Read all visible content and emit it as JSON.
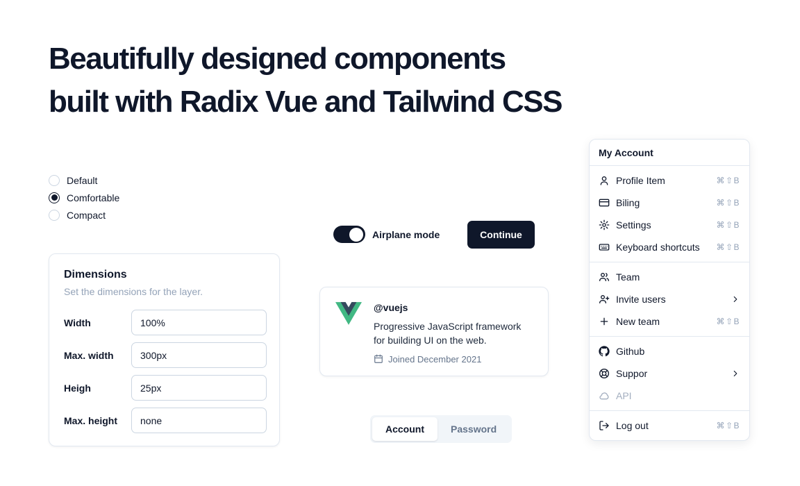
{
  "page": {
    "heading_line1": "Beautifully designed components",
    "heading_line2": "built with Radix Vue and Tailwind CSS"
  },
  "radio_group": {
    "items": [
      {
        "label": "Default",
        "selected": false
      },
      {
        "label": "Comfortable",
        "selected": true
      },
      {
        "label": "Compact",
        "selected": false
      }
    ]
  },
  "dimensions": {
    "title": "Dimensions",
    "subtitle": "Set the dimensions for the layer.",
    "fields": [
      {
        "label": "Width",
        "value": "100%"
      },
      {
        "label": "Max. width",
        "value": "300px"
      },
      {
        "label": "Heigh",
        "value": "25px"
      },
      {
        "label": "Max. height",
        "value": "none"
      }
    ]
  },
  "airplane": {
    "label": "Airplane mode",
    "on": true
  },
  "continue_button": {
    "label": "Continue"
  },
  "vue_card": {
    "handle": "@vuejs",
    "description": "Progressive JavaScript framework for building UI on the web.",
    "joined": "Joined December 2021"
  },
  "tabs": {
    "items": [
      {
        "label": "Account",
        "active": true
      },
      {
        "label": "Password",
        "active": false
      }
    ]
  },
  "menu": {
    "title": "My Account",
    "groups": [
      {
        "items": [
          {
            "icon": "user-icon",
            "label": "Profile Item",
            "shortcut": "⌘⇧B"
          },
          {
            "icon": "credit-card-icon",
            "label": "Biling",
            "shortcut": "⌘⇧B"
          },
          {
            "icon": "gear-icon",
            "label": "Settings",
            "shortcut": "⌘⇧B"
          },
          {
            "icon": "keyboard-icon",
            "label": "Keyboard shortcuts",
            "shortcut": "⌘⇧B"
          }
        ]
      },
      {
        "items": [
          {
            "icon": "users-icon",
            "label": "Team"
          },
          {
            "icon": "user-plus-icon",
            "label": "Invite users",
            "submenu": true
          },
          {
            "icon": "plus-icon",
            "label": "New team",
            "shortcut": "⌘⇧B"
          }
        ]
      },
      {
        "items": [
          {
            "icon": "github-icon",
            "label": "Github"
          },
          {
            "icon": "lifebuoy-icon",
            "label": "Suppor",
            "submenu": true
          },
          {
            "icon": "cloud-icon",
            "label": "API",
            "disabled": true
          }
        ]
      },
      {
        "items": [
          {
            "icon": "log-out-icon",
            "label": "Log out",
            "shortcut": "⌘⇧B"
          }
        ]
      }
    ]
  },
  "colors": {
    "accent_dark": "#0f172a",
    "border": "#e2e8f0",
    "muted": "#64748b",
    "muted_light": "#94a3b8",
    "vue_green": "#41B883",
    "vue_navy": "#35495E"
  }
}
